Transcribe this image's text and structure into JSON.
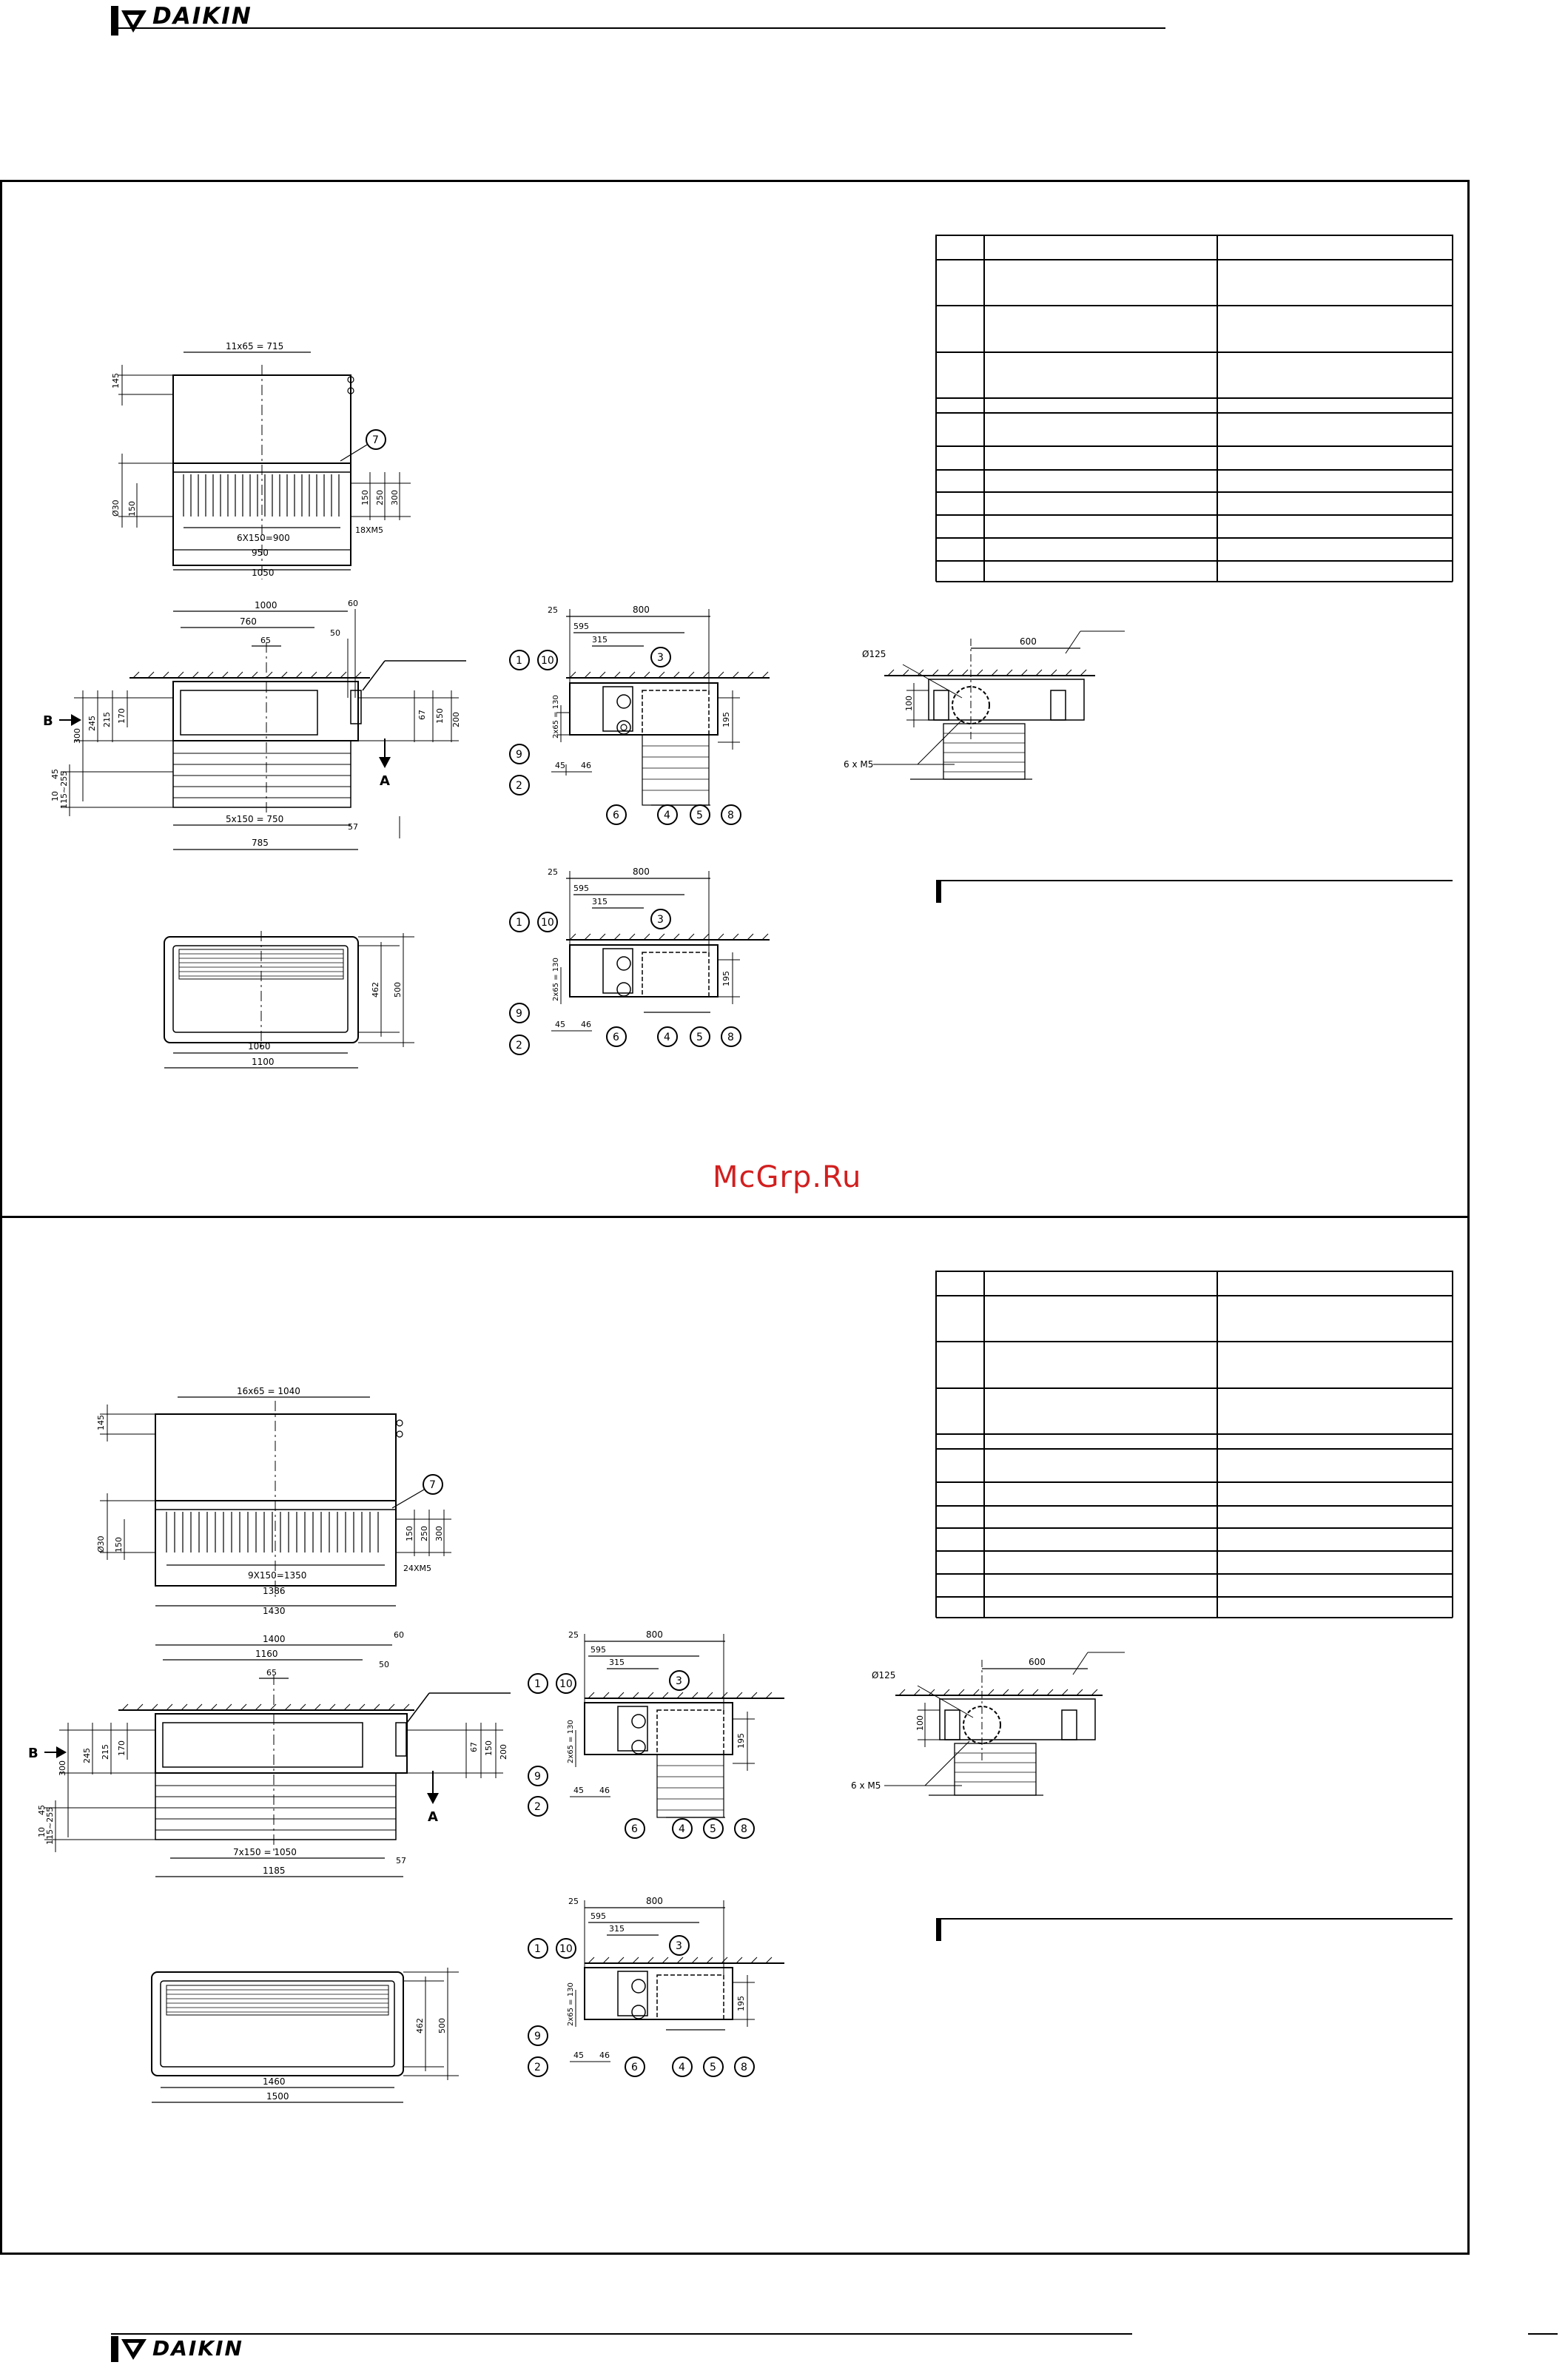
{
  "brand": {
    "name": "DAIKIN",
    "color": "#000000"
  },
  "watermark": {
    "text": "McGrp.Ru",
    "color": "#d21f1f"
  },
  "drawing_small": {
    "top_width": "11x65 = 715",
    "left_h1": "145",
    "left_h2": "Ø30",
    "left_h3": "150",
    "right_d1": "150",
    "right_d2": "250",
    "right_d3": "300",
    "pitch": "6X150=900",
    "inner_w": "950",
    "outer_w": "1050",
    "bolts": "18XM5",
    "side_w1": "1000",
    "side_w2": "760",
    "side_c": "65",
    "side_r1": "60",
    "side_r2": "50",
    "side_l1": "300",
    "side_l2": "245",
    "side_l3": "215",
    "side_l4": "170",
    "side_l5": "45",
    "side_l6": "115~255",
    "side_l7": "10",
    "side_ra": "67",
    "side_rb": "150",
    "side_rc": "200",
    "side_pitch": "5x150 = 750",
    "side_bottom": "785",
    "side_57": "57",
    "view_a": "A",
    "view_b": "B",
    "plan_inner": "1060",
    "plan_outer": "1100",
    "plan_h1": "462",
    "plan_h2": "500"
  },
  "drawing_large": {
    "top_width": "16x65 = 1040",
    "left_h1": "145",
    "left_h2": "Ø30",
    "left_h3": "150",
    "right_d1": "150",
    "right_d2": "250",
    "right_d3": "300",
    "pitch": "9X150=1350",
    "inner_w": "1386",
    "outer_w": "1430",
    "bolts": "24XM5",
    "side_w1": "1400",
    "side_w2": "1160",
    "side_c": "65",
    "side_r1": "60",
    "side_r2": "50",
    "side_l1": "300",
    "side_l2": "245",
    "side_l3": "215",
    "side_l4": "170",
    "side_l5": "45",
    "side_l6": "115~255",
    "side_l7": "10",
    "side_ra": "67",
    "side_rb": "150",
    "side_rc": "200",
    "side_pitch": "7x150 = 1050",
    "side_bottom": "1185",
    "side_57": "57",
    "view_a": "A",
    "view_b": "B",
    "plan_inner": "1460",
    "plan_outer": "1500",
    "plan_h1": "462",
    "plan_h2": "500"
  },
  "detail": {
    "top": "800",
    "d595": "595",
    "d315": "315",
    "d195": "195",
    "d45": "45",
    "d46": "46",
    "d25": "25",
    "pitch_v": "2x65 = 130",
    "callouts": [
      "1",
      "10",
      "3",
      "9",
      "2",
      "6",
      "4",
      "5",
      "8",
      "7"
    ]
  },
  "duct": {
    "dia": "Ø125",
    "w": "600",
    "h": "100",
    "bolts": "6 x M5"
  }
}
